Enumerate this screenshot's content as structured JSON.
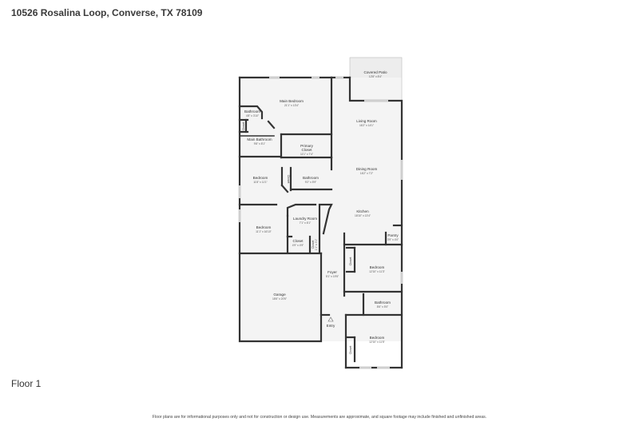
{
  "header": {
    "title": "10526 Rosalina Loop, Converse, TX 78109"
  },
  "floor": {
    "label": "Floor 1"
  },
  "footer": {
    "disclaimer": "Floor plans are for informational purposes only and not for construction or design use. Measurements are approximate, and square footage may include finished and unfinished areas."
  },
  "rooms": {
    "covered_patio": {
      "name": "Covered Patio",
      "dim": "12'8\" x 8'4\""
    },
    "main_bedroom": {
      "name": "Main Bedroom",
      "dim": "21'1\" x 13'4\""
    },
    "bathroom_small": {
      "name": "Bathroom",
      "dim": "4'8\" x 3'10\""
    },
    "closet_main": {
      "name": "Closet"
    },
    "main_bathroom": {
      "name": "Main Bathroom",
      "dim": "9'8\" x 8'1\""
    },
    "primary_closet": {
      "name": "Primary",
      "name2": "Closet",
      "dim": "11'1\" x 7'4\""
    },
    "living_room": {
      "name": "Living Room",
      "dim": "16'2\" x 14'1\""
    },
    "dining_room": {
      "name": "Dining Room",
      "dim": "16'2\" x 7'2\""
    },
    "bedroom_2": {
      "name": "Bedroom",
      "dim": "11'8\" x 11'1\""
    },
    "closet_bed2": {
      "name": "Closet"
    },
    "bathroom_2": {
      "name": "Bathroom",
      "dim": "9'2\" x 5'9\""
    },
    "kitchen": {
      "name": "Kitchen",
      "dim": "18'10\" x 13'4\""
    },
    "laundry_room": {
      "name": "Laundry Room",
      "dim": "7'1\" x 6'1\""
    },
    "bedroom_3": {
      "name": "Bedroom",
      "dim": "11'1\" x 16'10\""
    },
    "closet_hall": {
      "name": "Closet",
      "dim": "4'9\" x 4'9\""
    },
    "closet_narrow": {
      "name": "Closet",
      "dim": "1'1\" x 3'1\""
    },
    "pantry": {
      "name": "Pantry",
      "dim": "3'9\" x 4'0\""
    },
    "foyer": {
      "name": "Foyer",
      "dim": "5'1\" x 19'5\""
    },
    "garage": {
      "name": "Garage",
      "dim": "18'6\" x 20'5\""
    },
    "bedroom_4": {
      "name": "Bedroom",
      "dim": "12'10\" x 11'3\""
    },
    "closet_bed4": {
      "name": "Closet"
    },
    "bathroom_3": {
      "name": "Bathroom",
      "dim": "8'6\" x 5'0\""
    },
    "bedroom_5": {
      "name": "Bedroom",
      "dim": "12'10\" x 11'5\""
    },
    "closet_bed5": {
      "name": "Closet"
    },
    "entry": {
      "name": "Entry"
    }
  },
  "colors": {
    "wall": "#333333",
    "floor": "#f4f4f4",
    "window": "#cfcfcf"
  }
}
